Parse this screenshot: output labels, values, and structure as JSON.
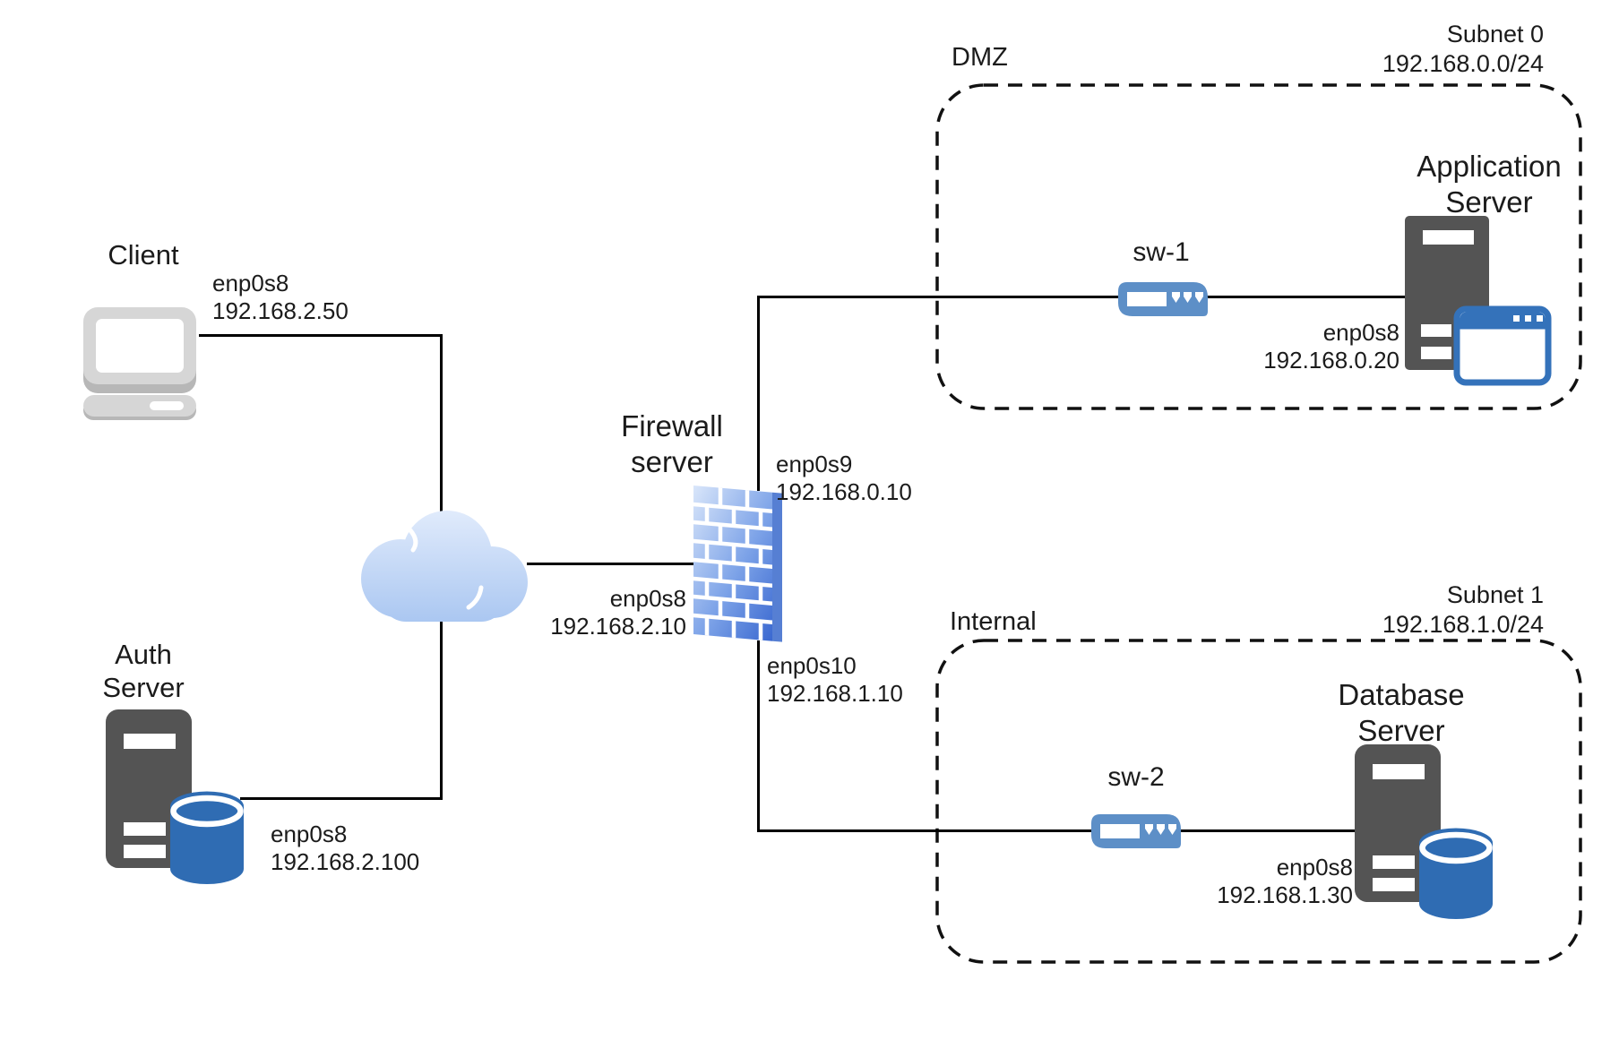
{
  "zones": {
    "dmz": {
      "name": "DMZ",
      "subnet": "Subnet 0",
      "cidr": "192.168.0.0/24"
    },
    "internal": {
      "name": "Internal",
      "subnet": "Subnet 1",
      "cidr": "192.168.1.0/24"
    }
  },
  "nodes": {
    "client": {
      "name": "Client",
      "iface": "enp0s8",
      "ip": "192.168.2.50"
    },
    "auth": {
      "name1": "Auth",
      "name2": "Server",
      "iface": "enp0s8",
      "ip": "192.168.2.100"
    },
    "firewall": {
      "name1": "Firewall",
      "name2": "server",
      "wan": {
        "iface": "enp0s8",
        "ip": "192.168.2.10"
      },
      "dmz": {
        "iface": "enp0s9",
        "ip": "192.168.0.10"
      },
      "int": {
        "iface": "enp0s10",
        "ip": "192.168.1.10"
      }
    },
    "sw1": {
      "name": "sw-1"
    },
    "sw2": {
      "name": "sw-2"
    },
    "app": {
      "name1": "Application",
      "name2": "Server",
      "iface": "enp0s8",
      "ip": "192.168.0.20"
    },
    "db": {
      "name1": "Database",
      "name2": "Server",
      "iface": "enp0s8",
      "ip": "192.168.1.30"
    }
  },
  "colors": {
    "server_gray": "#545454",
    "database_blue": "#2f6cb3",
    "switch_blue": "#5d8fc7",
    "browser_blue": "#3472ba",
    "firewall_light": "#d9e6fa",
    "firewall_dark": "#3a68d0",
    "firewall_side": "#567fd3",
    "cloud_light": "#e2ecfc",
    "cloud_dark": "#a9c6f1",
    "laptop_gray": "#d6d6d6",
    "laptop_shadow": "#b7b7b7",
    "line_black": "#000000"
  }
}
